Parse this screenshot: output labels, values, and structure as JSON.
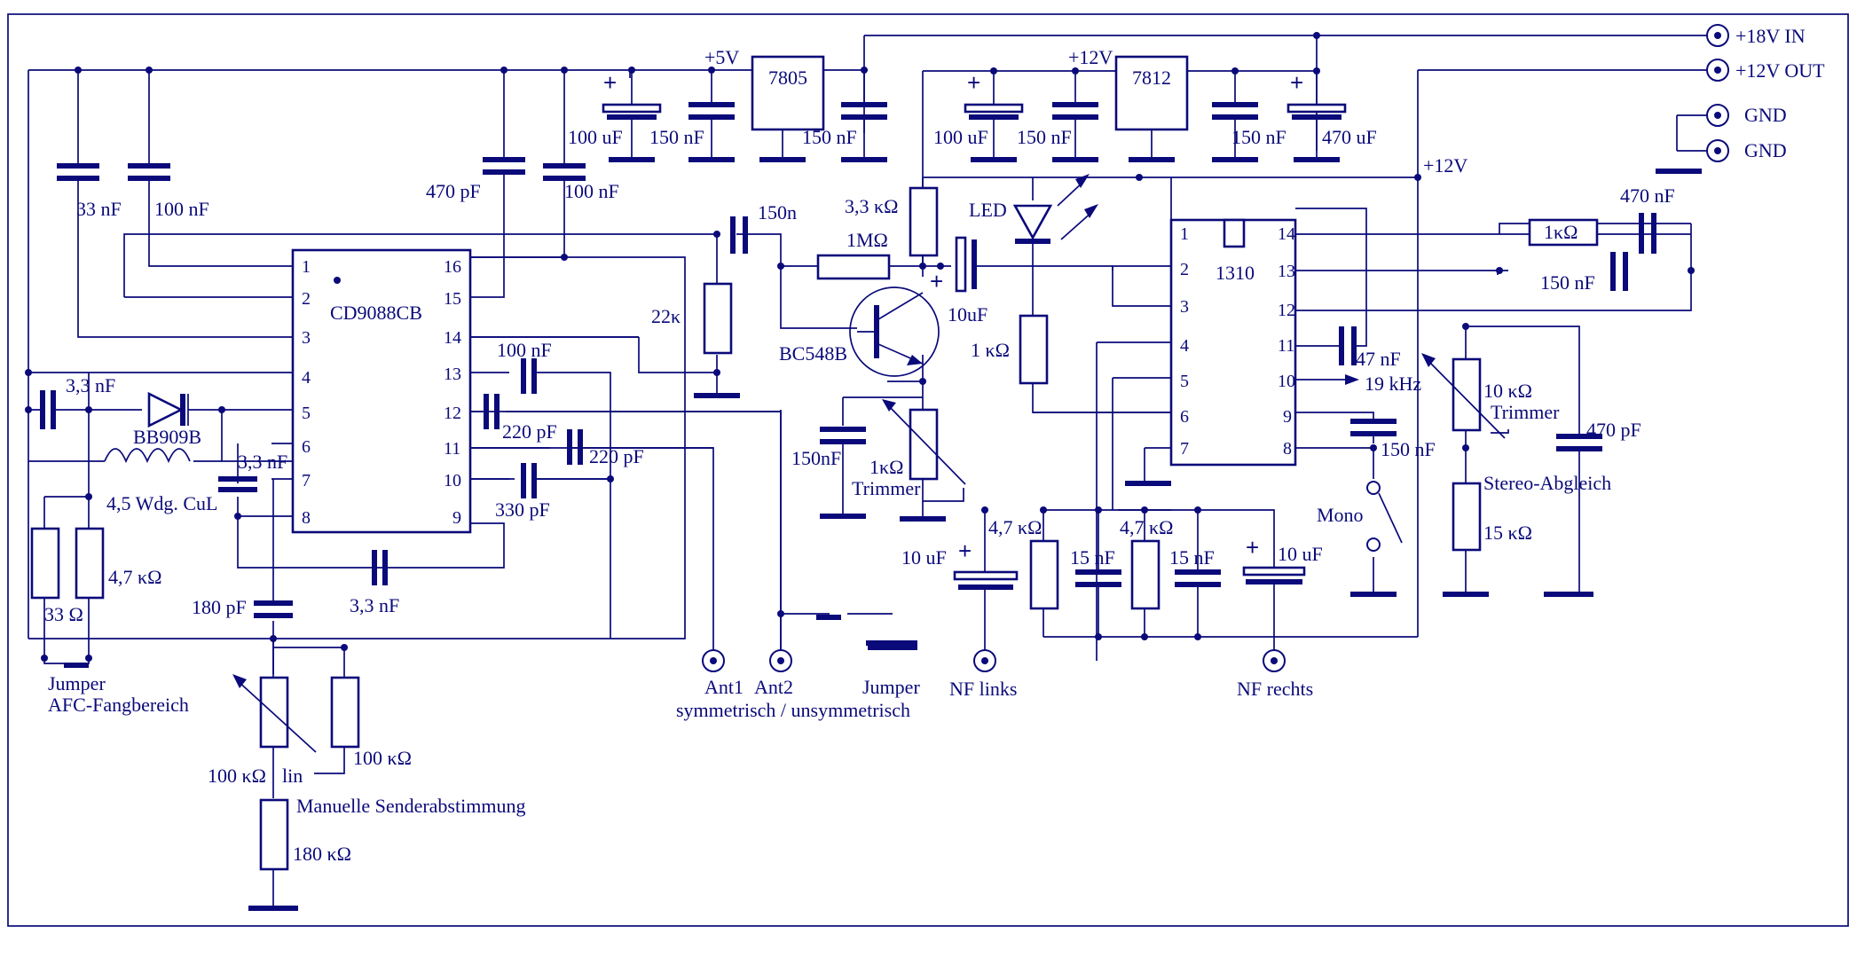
{
  "terminals": {
    "in18": "+18V IN",
    "out12": "+12V OUT",
    "gnd1": "GND",
    "gnd2": "GND"
  },
  "rails": {
    "p5": "+5V",
    "p12a": "+12V",
    "p12b": "+12V"
  },
  "ics": {
    "fm": "CD9088CB",
    "decoder": "1310"
  },
  "regulators": {
    "r5": "7805",
    "r12": "7812"
  },
  "cd9088_pins": {
    "p1": "1",
    "p2": "2",
    "p3": "3",
    "p4": "4",
    "p5": "5",
    "p6": "6",
    "p7": "7",
    "p8": "8",
    "p9": "9",
    "p10": "10",
    "p11": "11",
    "p12": "12",
    "p13": "13",
    "p14": "14",
    "p15": "15",
    "p16": "16"
  },
  "dec_pins": {
    "p1": "1",
    "p2": "2",
    "p3": "3",
    "p4": "4",
    "p5": "5",
    "p6": "6",
    "p7": "7",
    "p8": "8",
    "p9": "9",
    "p10": "10",
    "p11": "11",
    "p12": "12",
    "p13": "13",
    "p14": "14"
  },
  "components": {
    "c_100uf_5v": "100 uF",
    "c_150nf_5v_a": "150 nF",
    "c_150nf_5v_b": "150 nF",
    "c_100uf_12v": "100 uF",
    "c_150nf_12v_a": "150 nF",
    "c_150nf_12v_b": "150 nF",
    "c_470uf": "470 uF",
    "c_33nf": "33 nF",
    "c_100nf_left": "100 nF",
    "c_470pf_top": "470 pF",
    "c_100nf_top": "100 nF",
    "c_150n": "150n",
    "r_1m": "1MΩ",
    "r_3k3": "3,3 κΩ",
    "led": "LED",
    "r_22k": "22κ",
    "c_10uf_q": "10uF",
    "r_1k_led": "1 κΩ",
    "q1": "BC548B",
    "c_150nf_q": "150nF",
    "trim_1k": "1κΩ",
    "trim_1k_b": "Trimmer",
    "c_100nf_14": "100 nF",
    "c_220pf_a": "220 pF",
    "c_220pf_b": "220 pF",
    "c_330pf": "330 pF",
    "c_3n3_8": "3,3 nF",
    "c_3n3_in": "3,3 nF",
    "varicap": "BB909B",
    "c_3n3_6": "3,3 nF",
    "coil": "4,5 Wdg. CuL",
    "r_33": "33 Ω",
    "r_4k7_afc": "4,7 κΩ",
    "jumper_afc_1": "Jumper",
    "jumper_afc_2": "AFC-Fangbereich",
    "c_180pf": "180 pF",
    "pot_100k": "100 κΩ",
    "pot_lin": "lin",
    "r_100k": "100 κΩ",
    "tuning": "Manuelle Senderabstimmung",
    "r_180k": "180 κΩ",
    "ant1": "Ant1",
    "ant2": "Ant2",
    "ant_sym": "symmetrisch / unsymmetrisch",
    "jumper_ant": "Jumper",
    "r_1k_top": "1κΩ",
    "c_470pf_r": "470 nF",
    "c_150nf_r": "150 nF",
    "c_47nf": "47 nF",
    "freq": "19 kHz",
    "trim_10k": "10 κΩ",
    "trim_10k_b": "Trimmer",
    "c_470pf_stereo": "470 pF",
    "stereo": "Stereo-Abgleich",
    "r_15k": "15 κΩ",
    "c_150nf_9": "150 nF",
    "mono": "Mono",
    "c_10uf_l": "10 uF",
    "r_4k7_l": "4,7 κΩ",
    "c_15nf_l": "15 nF",
    "r_4k7_r": "4,7 κΩ",
    "c_15nf_r": "15 nF",
    "c_10uf_r": "10 uF",
    "nf_links": "NF links",
    "nf_rechts": "NF rechts"
  }
}
